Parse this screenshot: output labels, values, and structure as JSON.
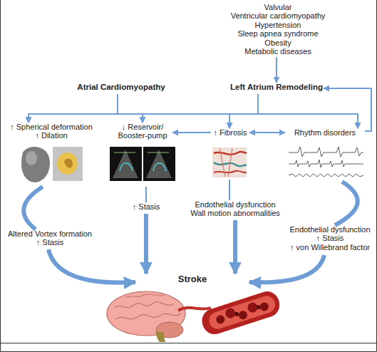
{
  "diagram": {
    "nodes": [
      {
        "text": [
          "Valvular",
          "Ventricular cardiomyopathy",
          "Hypertension",
          "Sleep apnea syndrome",
          "Obesity",
          "Metabolic diseases"
        ]
      },
      {
        "text": [
          "Atrial Cardiomyopathy"
        ]
      },
      {
        "text": [
          "Left Atrium Remodeling"
        ]
      },
      {
        "text": [
          "↑ Spherical deformation",
          "↑ Dilation"
        ]
      },
      {
        "text": [
          "↓ Reservoir/ Booster-pump"
        ]
      },
      {
        "text": [
          "↑ Fibrosis"
        ]
      },
      {
        "text": [
          "Rhythm disorders"
        ]
      },
      {
        "text": [
          "↑ Stasis"
        ]
      },
      {
        "text": [
          "Endothelial dysfunction",
          "Wall motion abnormalities"
        ]
      },
      {
        "text": [
          "Altered Vortex formation",
          "↑ Stasis"
        ]
      },
      {
        "text": [
          "Endothelial dysfunction",
          "↑ Stasis",
          "↑ von Willebrand factor"
        ]
      },
      {
        "text": [
          "Stroke"
        ]
      }
    ],
    "edges": [
      {
        "from": 0,
        "to": 2,
        "arrow": "to"
      },
      {
        "from": 1,
        "to": 3,
        "arrow": "to"
      },
      {
        "from": 1,
        "to": 4,
        "arrow": "to"
      },
      {
        "from": 1,
        "to": 5,
        "arrow": "to"
      },
      {
        "from": 1,
        "to": 6,
        "arrow": "to"
      },
      {
        "from": 2,
        "to": 3,
        "arrow": "to"
      },
      {
        "from": 2,
        "to": 4,
        "arrow": "to"
      },
      {
        "from": 2,
        "to": 5,
        "arrow": "to"
      },
      {
        "from": 2,
        "to": 6,
        "arrow": "to"
      },
      {
        "from": 6,
        "to": 2,
        "arrow": "to"
      },
      {
        "from": 5,
        "to": 6,
        "arrow": "both"
      },
      {
        "from": 5,
        "to": 4,
        "arrow": "to"
      },
      {
        "from": 4,
        "to": 7,
        "arrow": "none"
      },
      {
        "from": 7,
        "to": 11,
        "arrow": "to"
      },
      {
        "from": 5,
        "to": 8,
        "arrow": "none"
      },
      {
        "from": 8,
        "to": 11,
        "arrow": "to"
      },
      {
        "from": 3,
        "to": 9,
        "arrow": "none"
      },
      {
        "from": 9,
        "to": 11,
        "arrow": "to"
      },
      {
        "from": 6,
        "to": 10,
        "arrow": "none"
      },
      {
        "from": 10,
        "to": 11,
        "arrow": "to"
      }
    ]
  }
}
